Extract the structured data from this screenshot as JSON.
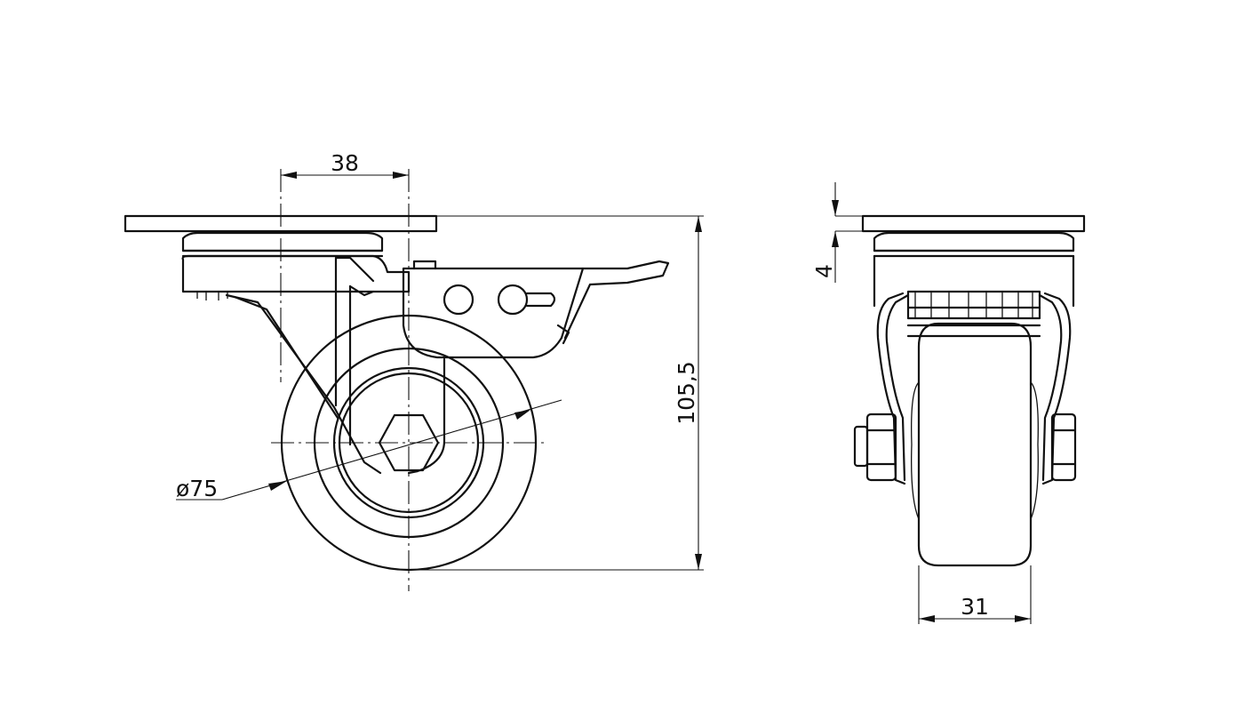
{
  "dimensions": {
    "offset": "38",
    "wheel_diameter": "ø75",
    "total_height": "105,5",
    "plate_thickness": "4",
    "wheel_width": "31"
  },
  "colors": {
    "line": "#111111",
    "background": "#ffffff"
  }
}
